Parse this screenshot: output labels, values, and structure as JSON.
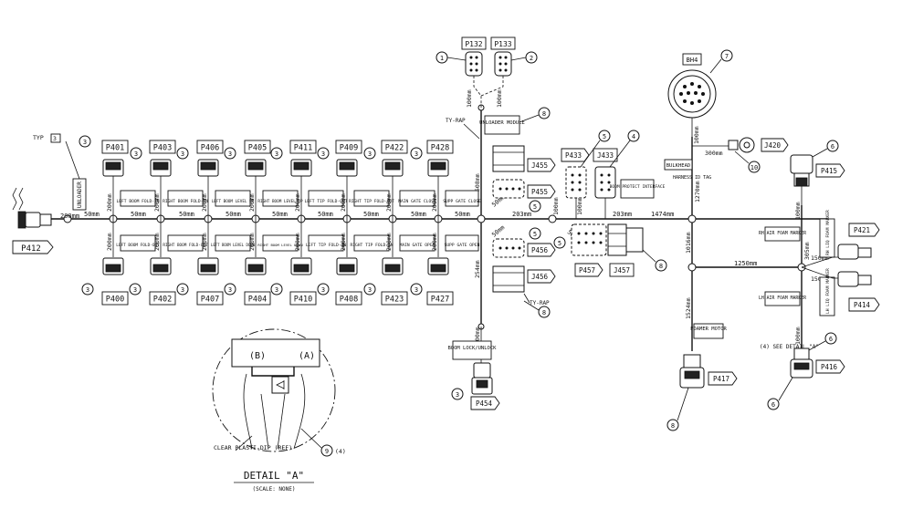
{
  "connectors_top": [
    {
      "id": "P401",
      "label": "LEFT BOOM FOLD-IN",
      "ref": "3"
    },
    {
      "id": "P403",
      "label": "RIGHT BOOM FOLD-IN",
      "ref": "3"
    },
    {
      "id": "P406",
      "label": "LEFT BOOM LEVEL UP",
      "ref": "3"
    },
    {
      "id": "P405",
      "label": "RIGHT BOOM LEVEL UP",
      "ref": "3"
    },
    {
      "id": "P411",
      "label": "LEFT TIP FOLD-OUT",
      "ref": "3"
    },
    {
      "id": "P409",
      "label": "RIGHT TIP FOLD-OUT",
      "ref": "3"
    },
    {
      "id": "P422",
      "label": "MAIN GATE CLOSE",
      "ref": "3"
    },
    {
      "id": "P428",
      "label": "SUPP GATE CLOSE",
      "ref": "3"
    }
  ],
  "connectors_bottom": [
    {
      "id": "P400",
      "label": "LEFT BOOM FOLD-OUT",
      "ref": "3"
    },
    {
      "id": "P402",
      "label": "RIGHT BOOM FOLD-OUT",
      "ref": "3"
    },
    {
      "id": "P407",
      "label": "LEFT BOOM LEVEL DOWN",
      "ref": "3"
    },
    {
      "id": "P404",
      "label": "RIGHT BOOM LEVEL DOWN",
      "ref": "3"
    },
    {
      "id": "P410",
      "label": "LEFT TIP FOLD-IN",
      "ref": "3"
    },
    {
      "id": "P408",
      "label": "RIGHT TIP FOLD-IN",
      "ref": "3"
    },
    {
      "id": "P423",
      "label": "MAIN GATE OPEN",
      "ref": "3"
    },
    {
      "id": "P427",
      "label": "SUPP GATE OPEN",
      "ref": "3"
    }
  ],
  "labels": {
    "p412": "P412",
    "unloader": "UNLOADER",
    "typ": "TYP",
    "typ_num": "3",
    "p132": "P132",
    "p133": "P133",
    "unloader_module": "UNLOADER MODULE",
    "ty_rap": "TY-RAP",
    "j455": "J455",
    "p455": "P455",
    "j456": "J456",
    "p456": "P456",
    "p433": "P433",
    "j433": "J433",
    "boom_protect": "BOOM PROTECT INTERFACE",
    "p457": "P457",
    "j457": "J457",
    "bh4": "BH4",
    "j420": "J420",
    "bulkhead": "BULKHEAD",
    "harness_id": "HARNESS ID TAG",
    "p415": "P415",
    "p421": "P421",
    "p414": "P414",
    "p416": "P416",
    "p417": "P417",
    "p454": "P454",
    "rh_air": "RH AIR FOAM MARKER",
    "rh_liq": "RH LIQ FOAM MARKER",
    "lh_air": "LH AIR FOAM MARKER",
    "lh_liq": "LH LIQ FOAM MARKER",
    "foamer": "FOAMER MOTOR",
    "boom_lock": "BOOM LOCK/UNLOCK",
    "see_detail": "(4) SEE DETAIL \"A\"",
    "detail_title": "DETAIL \"A\"",
    "detail_scale": "(SCALE: NONE)",
    "detail_b": "(B)",
    "detail_a": "(A)",
    "clear_dip": "CLEAR PLASTI-DIP (REF)",
    "detail_ref": "9",
    "detail_ref_n": "(4)"
  },
  "dims": {
    "d200": "200mm",
    "d50": "50mm",
    "d203": "203mm",
    "d1474": "1474mm",
    "d100": "100mm",
    "d508": "508mm",
    "d254": "254mm",
    "d300": "300mm",
    "d1270": "1270mm",
    "d1016": "1016mm",
    "d1250": "1250mm",
    "d1524": "1524mm",
    "d150": "150mm",
    "d305": "305mm"
  },
  "balloons": {
    "b1": "1",
    "b2": "2",
    "b3": "3",
    "b4": "4",
    "b5": "5",
    "b6": "6",
    "b7": "7",
    "b8": "8",
    "b9": "9",
    "b10": "10"
  }
}
